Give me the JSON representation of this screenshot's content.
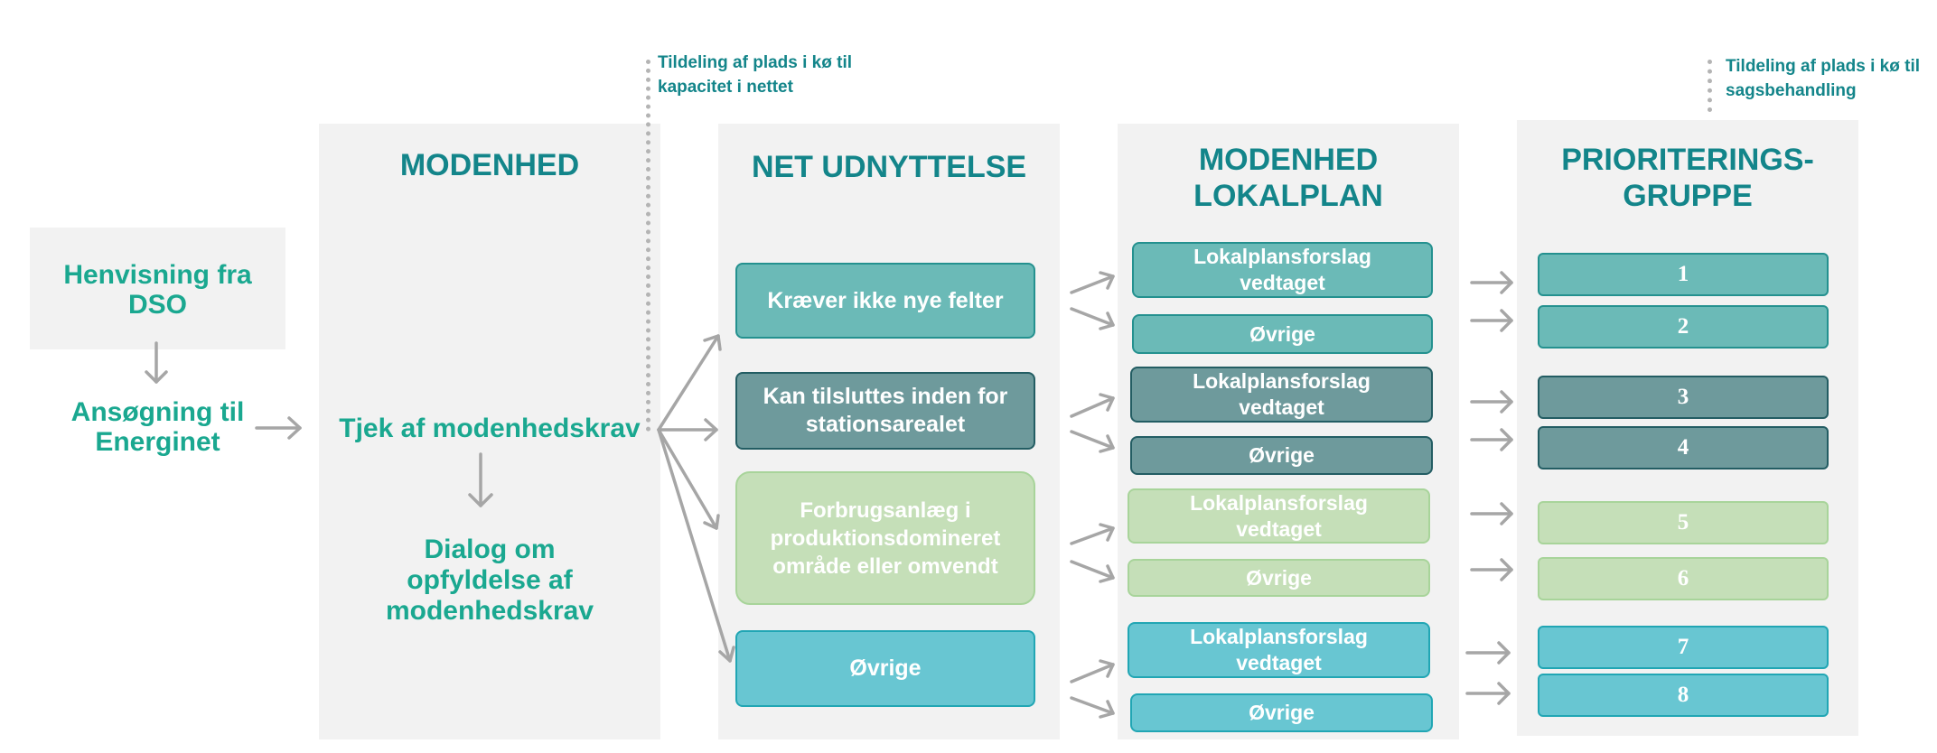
{
  "intro": {
    "referral": "Henvisning fra\nDSO",
    "application": "Ansøgning til\nEnerginet"
  },
  "maturity": {
    "title": "MODENHED",
    "check": "Tjek af modenhedskrav",
    "dialog": "Dialog om\nopfyldelse af\nmodenhedskrav"
  },
  "notes": {
    "queue_capacity": "Tildeling af plads i kø til\nkapacitet i nettet",
    "queue_processing": "Tildeling af plads i kø til\nsagsbehandling"
  },
  "net": {
    "title": "NET UDNYTTELSE",
    "items": [
      "Kræver ikke nye felter",
      "Kan tilsluttes inden for\nstationsarealet",
      "Forbrugsanlæg i\nproduktionsdomineret\nområde eller omvendt",
      "Øvrige"
    ]
  },
  "localplan": {
    "title": "MODENHED\nLOKALPLAN",
    "adopted": "Lokalplansforslag\nvedtaget",
    "other": "Øvrige"
  },
  "priority": {
    "title": "PRIORITERINGS-\nGRUPPE",
    "groups": [
      "1",
      "2",
      "3",
      "4",
      "5",
      "6",
      "7",
      "8"
    ]
  },
  "colors": {
    "teal": "#6bbab7",
    "dark_teal": "#6e9a9c",
    "light_green": "#c5dfb8",
    "cyan": "#68c6d2",
    "heading": "#13858a",
    "text_green": "#1aa890",
    "arrow": "#a6a6a6"
  }
}
